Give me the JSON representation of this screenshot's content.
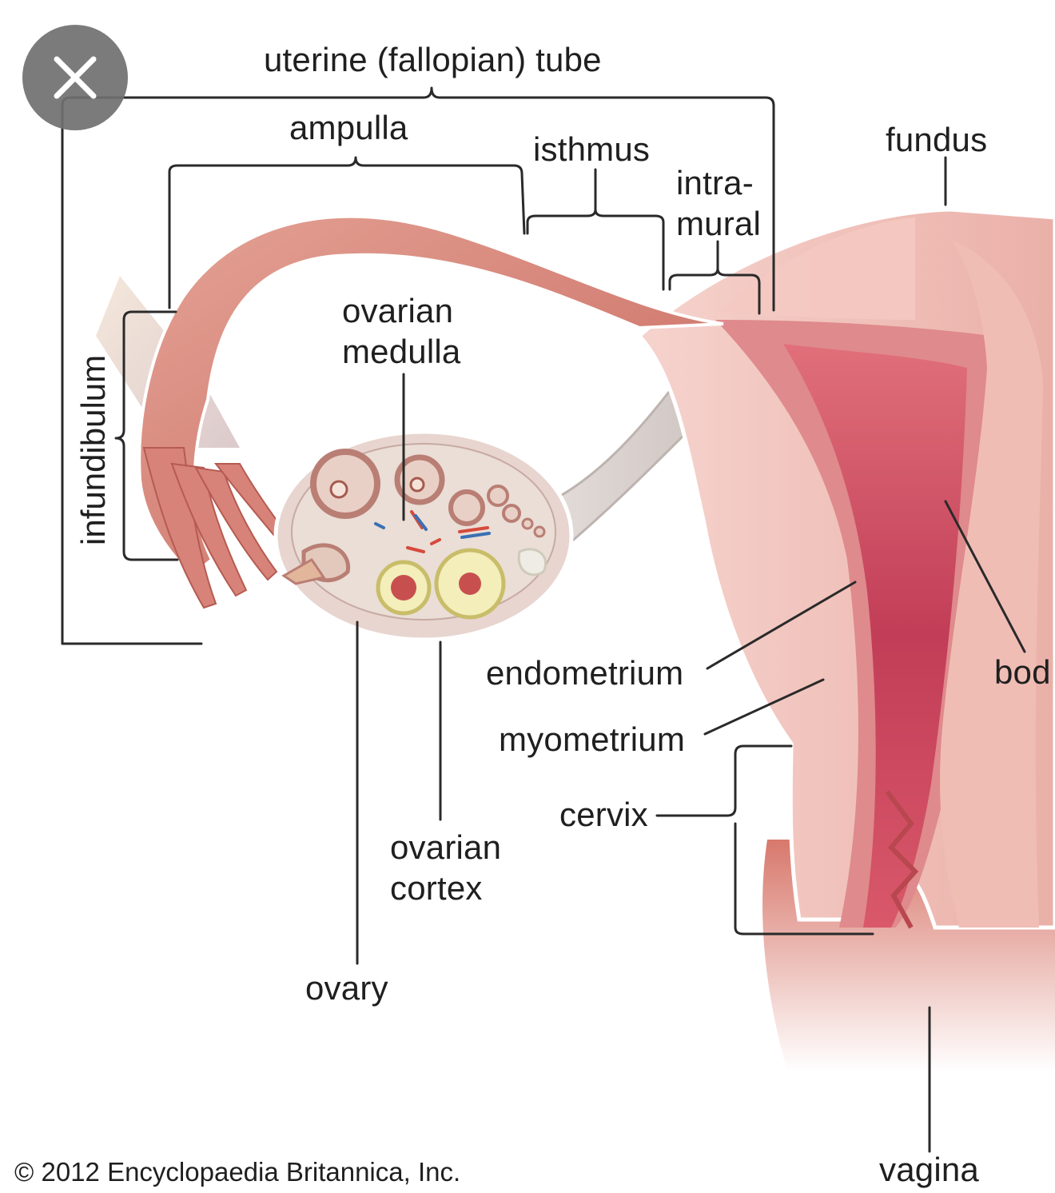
{
  "close_button": {
    "icon": "close-icon"
  },
  "labels": {
    "uterine_tube": "uterine (fallopian) tube",
    "ampulla": "ampulla",
    "isthmus": "isthmus",
    "intramural_line1": "intra-",
    "intramural_line2": "mural",
    "fundus": "fundus",
    "infundibulum": "infundibulum",
    "ovarian_medulla_line1": "ovarian",
    "ovarian_medulla_line2": "medulla",
    "endometrium": "endometrium",
    "myometrium": "myometrium",
    "body": "bod",
    "cervix": "cervix",
    "ovarian_cortex_line1": "ovarian",
    "ovarian_cortex_line2": "cortex",
    "ovary": "ovary",
    "vagina": "vagina"
  },
  "copyright": "© 2012 Encyclopaedia Britannica, Inc.",
  "colors": {
    "tube": "#d98c80",
    "tube_dark": "#b5594f",
    "myometrium": "#f2c2bc",
    "endometrium": "#d97a80",
    "cavity": "#c03a55",
    "ovary": "#e8d5cf",
    "ligament": "#d9d2cf",
    "leader_line": "#2a2a2a",
    "close_button_bg": "#707070"
  }
}
